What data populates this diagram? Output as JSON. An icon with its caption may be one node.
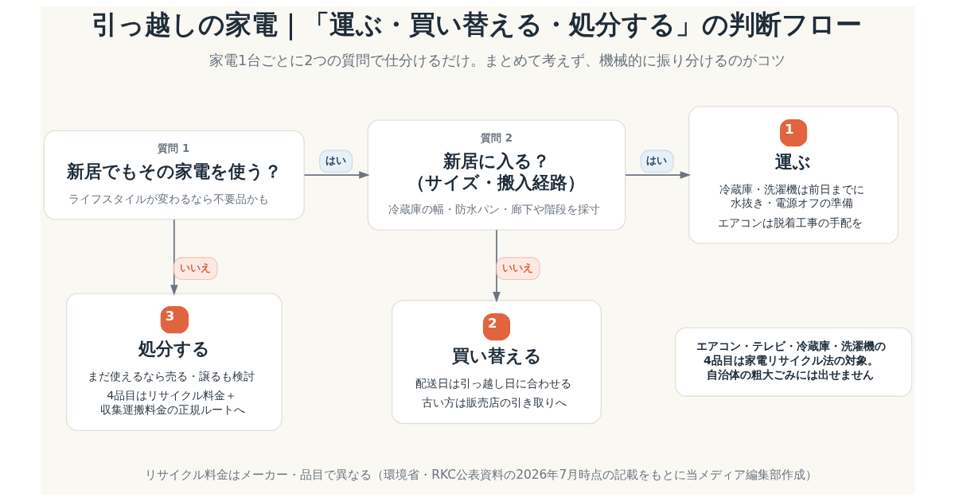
{
  "diagram": {
    "title": "引っ越しの家電｜「運ぶ・買い替える・処分する」の判断フロー",
    "caption": "リサイクル料金はメーカー・品目で異なる（環境省・RKC公表資料の2026年7月時点の記載をもとに当メディア編集部作成）",
    "nodes": [
      {
        "text": [
          "質問 1",
          "新居でもその家電を使う？",
          "ライフスタイルが変わるなら不要品かも"
        ]
      },
      {
        "text": [
          "質問 2",
          "新居に入る？（サイズ・搬入経路）",
          "冷蔵庫の幅・防水パン・廊下や階段を採寸"
        ]
      },
      {
        "text": [
          "1",
          "運ぶ",
          "冷蔵庫・洗濯機は前日までに水抜き・電源オフの準備",
          "エアコンは脱着工事の手配を"
        ]
      },
      {
        "text": [
          "3",
          "処分する",
          "まだ使えるなら売る・譲るも検討",
          "4品目はリサイクル料金＋収集運搬料金の正規ルートへ"
        ]
      },
      {
        "text": [
          "2",
          "買い替える",
          "配送日は引っ越し日に合わせる",
          "古い方は販売店の引き取りへ"
        ]
      },
      {
        "text": [
          "エアコン・テレビ・冷蔵庫・洗濯機の4品目は家電リサイクル法の対象。自治体の粗大ごみには出せません"
        ]
      }
    ],
    "edges": [
      {
        "from": 0,
        "to": 1,
        "arrow": "to",
        "label": "はい"
      },
      {
        "from": 1,
        "to": 2,
        "arrow": "to",
        "label": "はい"
      },
      {
        "from": 0,
        "to": 3,
        "arrow": "to",
        "label": "いいえ"
      },
      {
        "from": 1,
        "to": 4,
        "arrow": "to",
        "label": "いいえ"
      }
    ],
    "labels": [
      "家電1台ごとに2つの質問で仕分けるだけ。まとめて考えず、機械的に振り分けるのがコツ"
    ]
  }
}
